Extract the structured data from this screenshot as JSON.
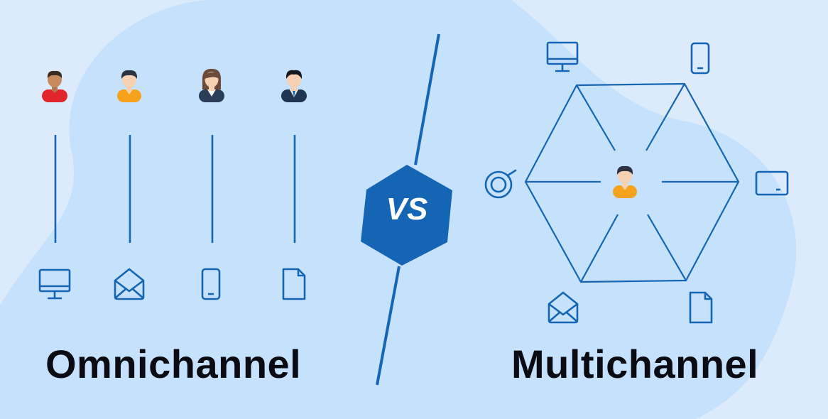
{
  "titles": {
    "left": "Omnichannel",
    "right": "Multichannel"
  },
  "vs_label": "VS",
  "colors": {
    "background": "#dcebfb",
    "blob": "#c6e1fb",
    "line": "#1565b5",
    "hexagon": "#1565b5",
    "text": "#0b0b14",
    "skin": "#f6d0b0",
    "shirt_orange": "#f6a21a",
    "shirt_red": "#e0262b",
    "suit_dark": "#2c3e57"
  },
  "omnichannel": {
    "people": [
      {
        "name": "person-red-shirt-icon"
      },
      {
        "name": "person-orange-shirt-icon"
      },
      {
        "name": "person-woman-suit-icon"
      },
      {
        "name": "person-man-suit-icon"
      }
    ],
    "channels": [
      {
        "icon": "desktop-monitor-icon"
      },
      {
        "icon": "email-envelope-icon"
      },
      {
        "icon": "mobile-phone-icon"
      },
      {
        "icon": "document-icon"
      }
    ]
  },
  "multichannel": {
    "center_person": "person-orange-shirt-icon",
    "channels": [
      {
        "icon": "desktop-monitor-icon"
      },
      {
        "icon": "mobile-phone-icon"
      },
      {
        "icon": "tablet-icon"
      },
      {
        "icon": "document-icon"
      },
      {
        "icon": "email-envelope-icon"
      },
      {
        "icon": "chat-bubble-icon"
      }
    ]
  }
}
